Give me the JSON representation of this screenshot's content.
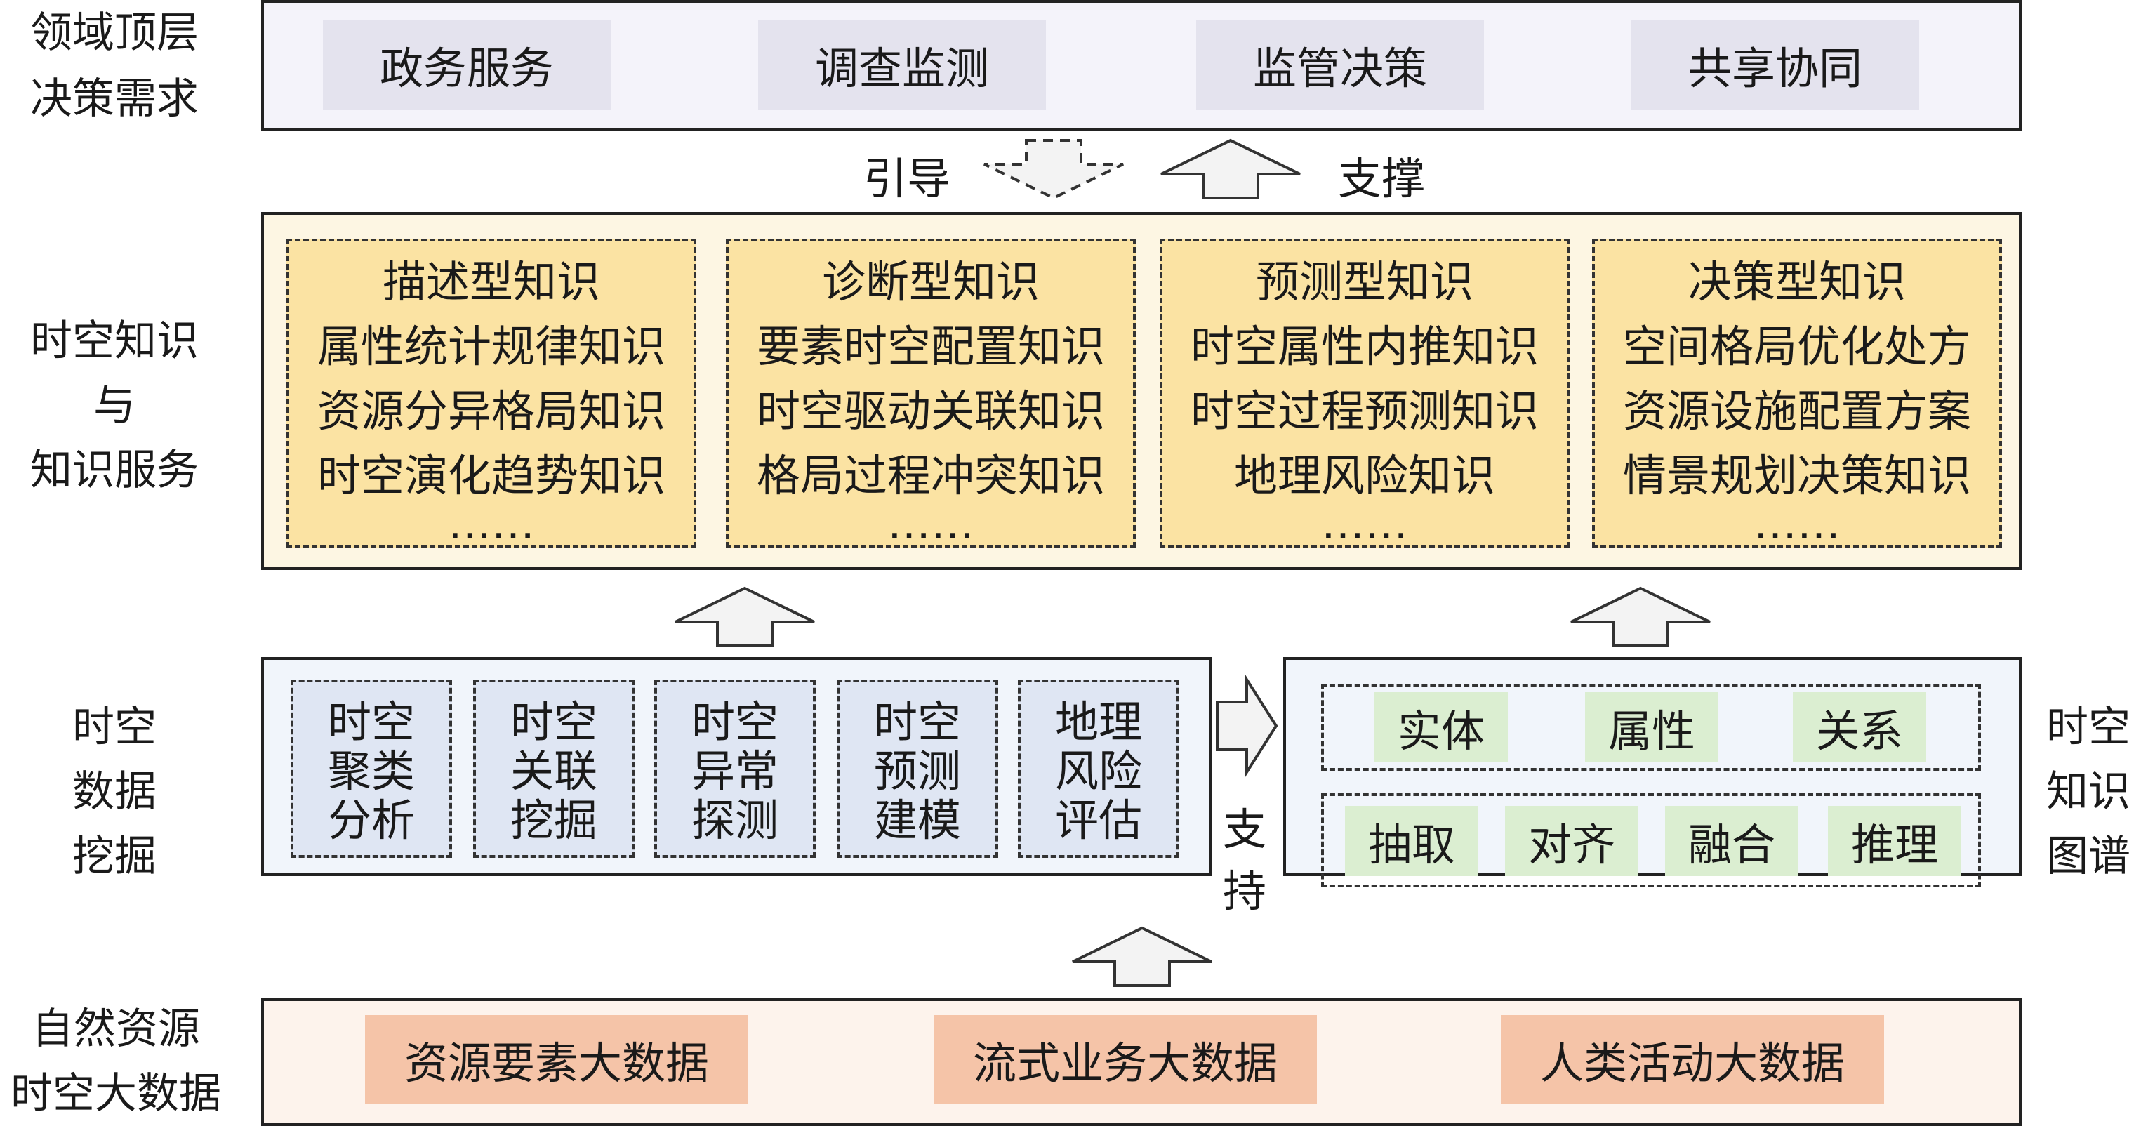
{
  "layers": {
    "decision": {
      "label": [
        "领域顶层",
        "决策需求"
      ],
      "items": [
        "政务服务",
        "调查监测",
        "监管决策",
        "共享协同"
      ]
    },
    "guide_support": {
      "guide": "引导",
      "support": "支撑"
    },
    "knowledge": {
      "label": [
        "时空知识",
        "与",
        "知识服务"
      ],
      "cards": [
        {
          "title": "描述型知识",
          "items": [
            "属性统计规律知识",
            "资源分异格局知识",
            "时空演化趋势知识",
            "……"
          ]
        },
        {
          "title": "诊断型知识",
          "items": [
            "要素时空配置知识",
            "时空驱动关联知识",
            "格局过程冲突知识",
            "……"
          ]
        },
        {
          "title": "预测型知识",
          "items": [
            "时空属性内推知识",
            "时空过程预测知识",
            "地理风险知识",
            "……"
          ]
        },
        {
          "title": "决策型知识",
          "items": [
            "空间格局优化处方",
            "资源设施配置方案",
            "情景规划决策知识",
            "……"
          ]
        }
      ]
    },
    "mining": {
      "label": [
        "时空",
        "数据",
        "挖掘"
      ],
      "cards": [
        [
          "时空",
          "聚类",
          "分析"
        ],
        [
          "时空",
          "关联",
          "挖掘"
        ],
        [
          "时空",
          "异常",
          "探测"
        ],
        [
          "时空",
          "预测",
          "建模"
        ],
        [
          "地理",
          "风险",
          "评估"
        ]
      ],
      "support_label": [
        "支",
        "持"
      ]
    },
    "graph": {
      "label": [
        "时空",
        "知识",
        "图谱"
      ],
      "row1": [
        "实体",
        "属性",
        "关系"
      ],
      "row2": [
        "抽取",
        "对齐",
        "融合",
        "推理"
      ]
    },
    "bigdata": {
      "label": [
        "自然资源",
        "时空大数据"
      ],
      "items": [
        "资源要素大数据",
        "流式业务大数据",
        "人类活动大数据"
      ]
    }
  },
  "colors": {
    "decision_bg": "#f4f3fa",
    "decision_item": "#e4e3ee",
    "knowledge_bg": "#fdf6e3",
    "knowledge_card": "#fbe3a3",
    "mining_bg": "#f1f5fb",
    "mining_card": "#dfe6f3",
    "graph_bg": "#f1f5fb",
    "graph_item": "#dbeed1",
    "bigdata_bg": "#fdf3ec",
    "bigdata_item": "#f5c4a8"
  }
}
